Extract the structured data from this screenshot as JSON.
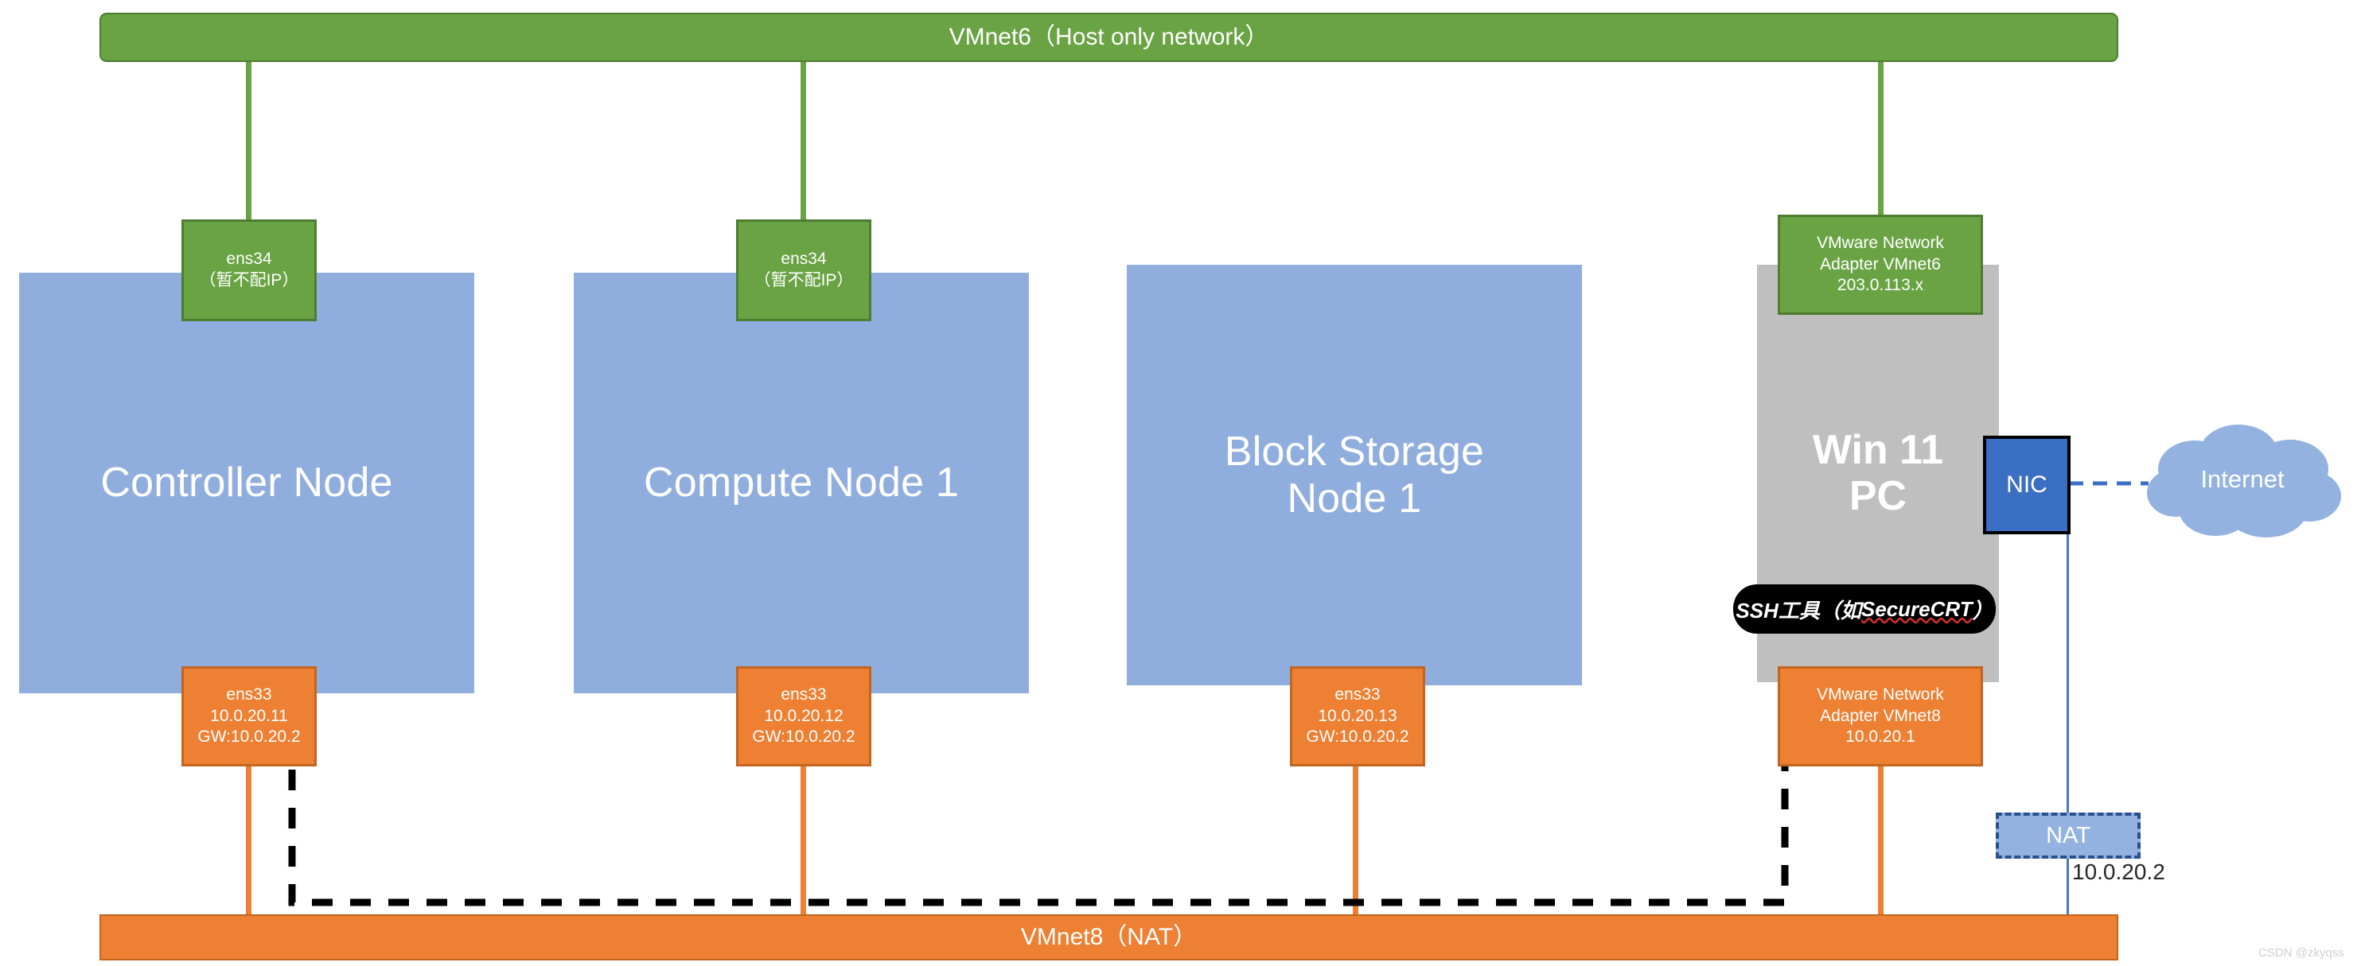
{
  "diagram": {
    "title_top_bar": "VMnet6（Host only network）",
    "title_bottom_bar": "VMnet8（NAT）",
    "watermark": "CSDN @zkyqss"
  },
  "networks": {
    "vmnet6": {
      "label": "VMnet6（Host only network）",
      "color": "#6aa344",
      "type": "Host only network"
    },
    "vmnet8": {
      "label": "VMnet8（NAT）",
      "color": "#ed8033",
      "type": "NAT"
    }
  },
  "nodes": [
    {
      "id": "controller",
      "title": "Controller Node",
      "color": "#90aedd",
      "ens34": {
        "name": "ens34",
        "note": "（暂不配IP）"
      },
      "ens33": {
        "name": "ens33",
        "ip": "10.0.20.11",
        "gateway": "GW:10.0.20.2"
      }
    },
    {
      "id": "compute1",
      "title": "Compute Node 1",
      "color": "#90aedd",
      "ens34": {
        "name": "ens34",
        "note": "（暂不配IP）"
      },
      "ens33": {
        "name": "ens33",
        "ip": "10.0.20.12",
        "gateway": "GW:10.0.20.2"
      }
    },
    {
      "id": "block-storage1",
      "title": "Block Storage Node 1",
      "title_line1": "Block Storage",
      "title_line2": "Node 1",
      "color": "#90aedd",
      "ens33": {
        "name": "ens33",
        "ip": "10.0.20.13",
        "gateway": "GW:10.0.20.2"
      }
    }
  ],
  "host_pc": {
    "title_line1": "Win 11",
    "title_line2": "PC",
    "color": "#bfbfbf",
    "vmnet6_adapter": {
      "line1": "VMware Network",
      "line2": "Adapter VMnet6",
      "ip": "203.0.113.x"
    },
    "vmnet8_adapter": {
      "line1": "VMware Network",
      "line2": "Adapter VMnet8",
      "ip": "10.0.20.1"
    },
    "ssh_tool": {
      "prefix": "SSH工具（如",
      "app": "SecureCRT",
      "suffix": "）"
    },
    "nic": {
      "label": "NIC",
      "color": "#3a6fc4"
    }
  },
  "internet": {
    "label": "Internet",
    "color": "#93b2e0"
  },
  "nat": {
    "label": "NAT",
    "ip": "10.0.20.2",
    "color": "#93b2e0",
    "border": "#27508e"
  }
}
